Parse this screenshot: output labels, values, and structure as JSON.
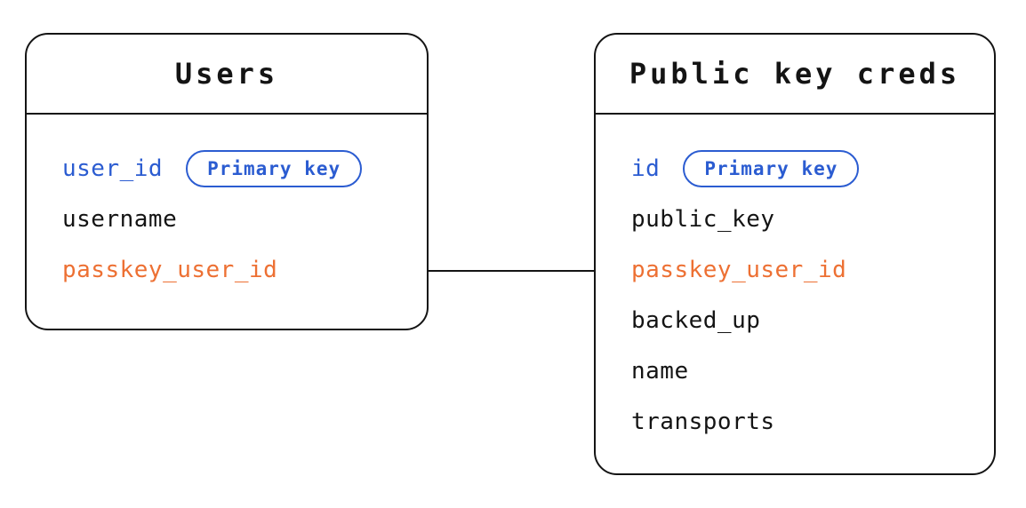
{
  "diagram": {
    "type": "entity-relationship",
    "colors": {
      "primary_key_blue": "#2b5cd1",
      "foreign_key_orange": "#ed7033",
      "text": "#141414",
      "line": "#141414",
      "background": "#ffffff"
    },
    "tables": [
      {
        "title": "Users",
        "fields": [
          {
            "name": "user_id",
            "role": "primary_key",
            "badge": "Primary key"
          },
          {
            "name": "username",
            "role": "normal"
          },
          {
            "name": "passkey_user_id",
            "role": "foreign_key"
          }
        ]
      },
      {
        "title": "Public key creds",
        "fields": [
          {
            "name": "id",
            "role": "primary_key",
            "badge": "Primary key"
          },
          {
            "name": "public_key",
            "role": "normal"
          },
          {
            "name": "passkey_user_id",
            "role": "foreign_key"
          },
          {
            "name": "backed_up",
            "role": "normal"
          },
          {
            "name": "name",
            "role": "normal"
          },
          {
            "name": "transports",
            "role": "normal"
          }
        ]
      }
    ],
    "relationship": {
      "from": "Users.passkey_user_id",
      "to": "Public key creds.passkey_user_id"
    }
  }
}
